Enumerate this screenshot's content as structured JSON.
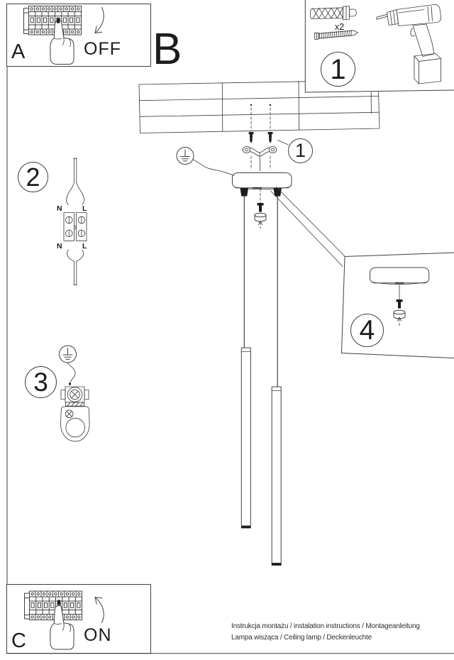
{
  "doc": {
    "title_letters": {
      "a": "A",
      "b": "B",
      "c": "C"
    },
    "power": {
      "off": "OFF",
      "on": "ON"
    },
    "kit": {
      "badge": "1",
      "screw_quantity": "x2"
    },
    "steps": {
      "s1": "1",
      "s2": "2",
      "s3": "3",
      "s4": "4"
    },
    "wiring": {
      "n_top": "N",
      "l_top": "L",
      "n_bottom": "N",
      "l_bottom": "L"
    },
    "footer": {
      "line1": "Instrukcja montażu / instalation instructions / Montageanleitung",
      "line2": "Lampa wisząca / Ceiling lamp / Deckenleuchte"
    }
  },
  "colors": {
    "line": "#3f3f3f",
    "ink": "#1c1c1c",
    "background": "#ffffff"
  }
}
